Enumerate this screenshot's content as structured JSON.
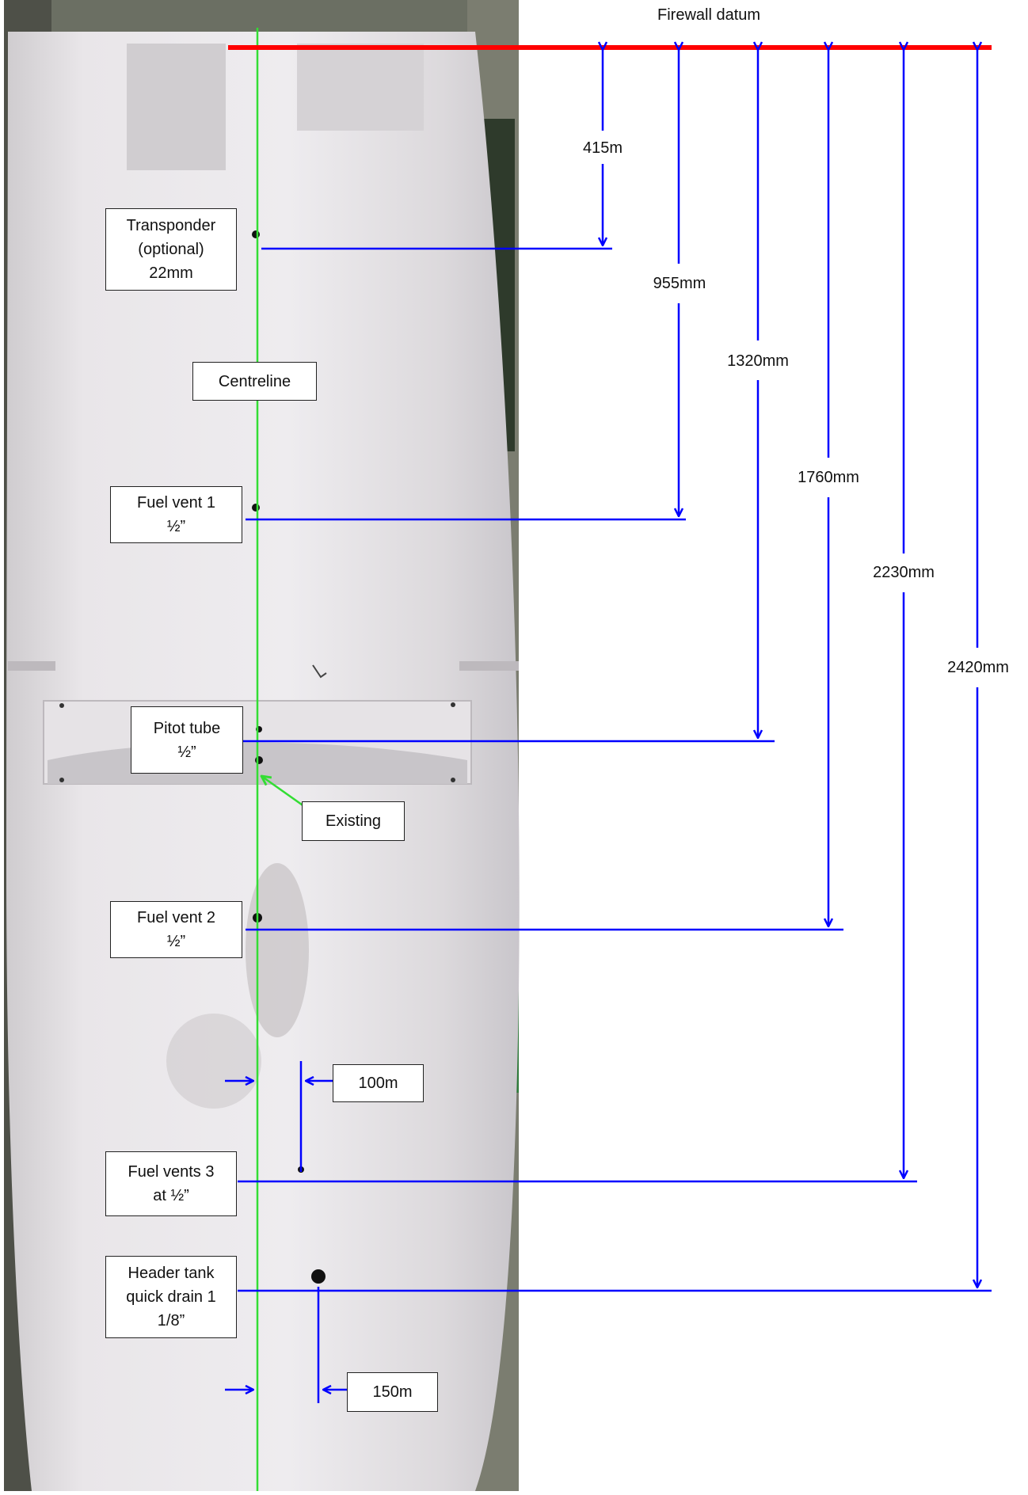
{
  "diagram": {
    "title": "Firewall datum",
    "colors": {
      "datum": "#ff0000",
      "dimension": "#0000ff",
      "centreline": "#33dd33",
      "hull": "#e6e3e6"
    },
    "icons": {
      "hole": "black-dot-icon"
    },
    "components": [
      {
        "id": "transponder",
        "label": "Transponder\n(optional)\n22mm"
      },
      {
        "id": "centreline",
        "label": "Centreline"
      },
      {
        "id": "fuel-vent-1",
        "label": "Fuel vent 1\n½”"
      },
      {
        "id": "pitot-tube",
        "label": "Pitot tube\n½”"
      },
      {
        "id": "existing",
        "label": "Existing"
      },
      {
        "id": "fuel-vent-2",
        "label": "Fuel vent 2\n½”"
      },
      {
        "id": "offset-100",
        "label": "100m"
      },
      {
        "id": "fuel-vents-3",
        "label": "Fuel vents 3\nat ½”"
      },
      {
        "id": "header-tank",
        "label": "Header tank\nquick drain 1\n1/8”"
      },
      {
        "id": "offset-150",
        "label": "150m"
      }
    ],
    "dimensions": [
      {
        "id": "transponder",
        "label": "415m"
      },
      {
        "id": "fuel-vent-1",
        "label": "955mm"
      },
      {
        "id": "pitot-tube",
        "label": "1320mm"
      },
      {
        "id": "fuel-vent-2",
        "label": "1760mm"
      },
      {
        "id": "fuel-vents-3",
        "label": "2230mm"
      },
      {
        "id": "header-tank",
        "label": "2420mm"
      }
    ]
  }
}
